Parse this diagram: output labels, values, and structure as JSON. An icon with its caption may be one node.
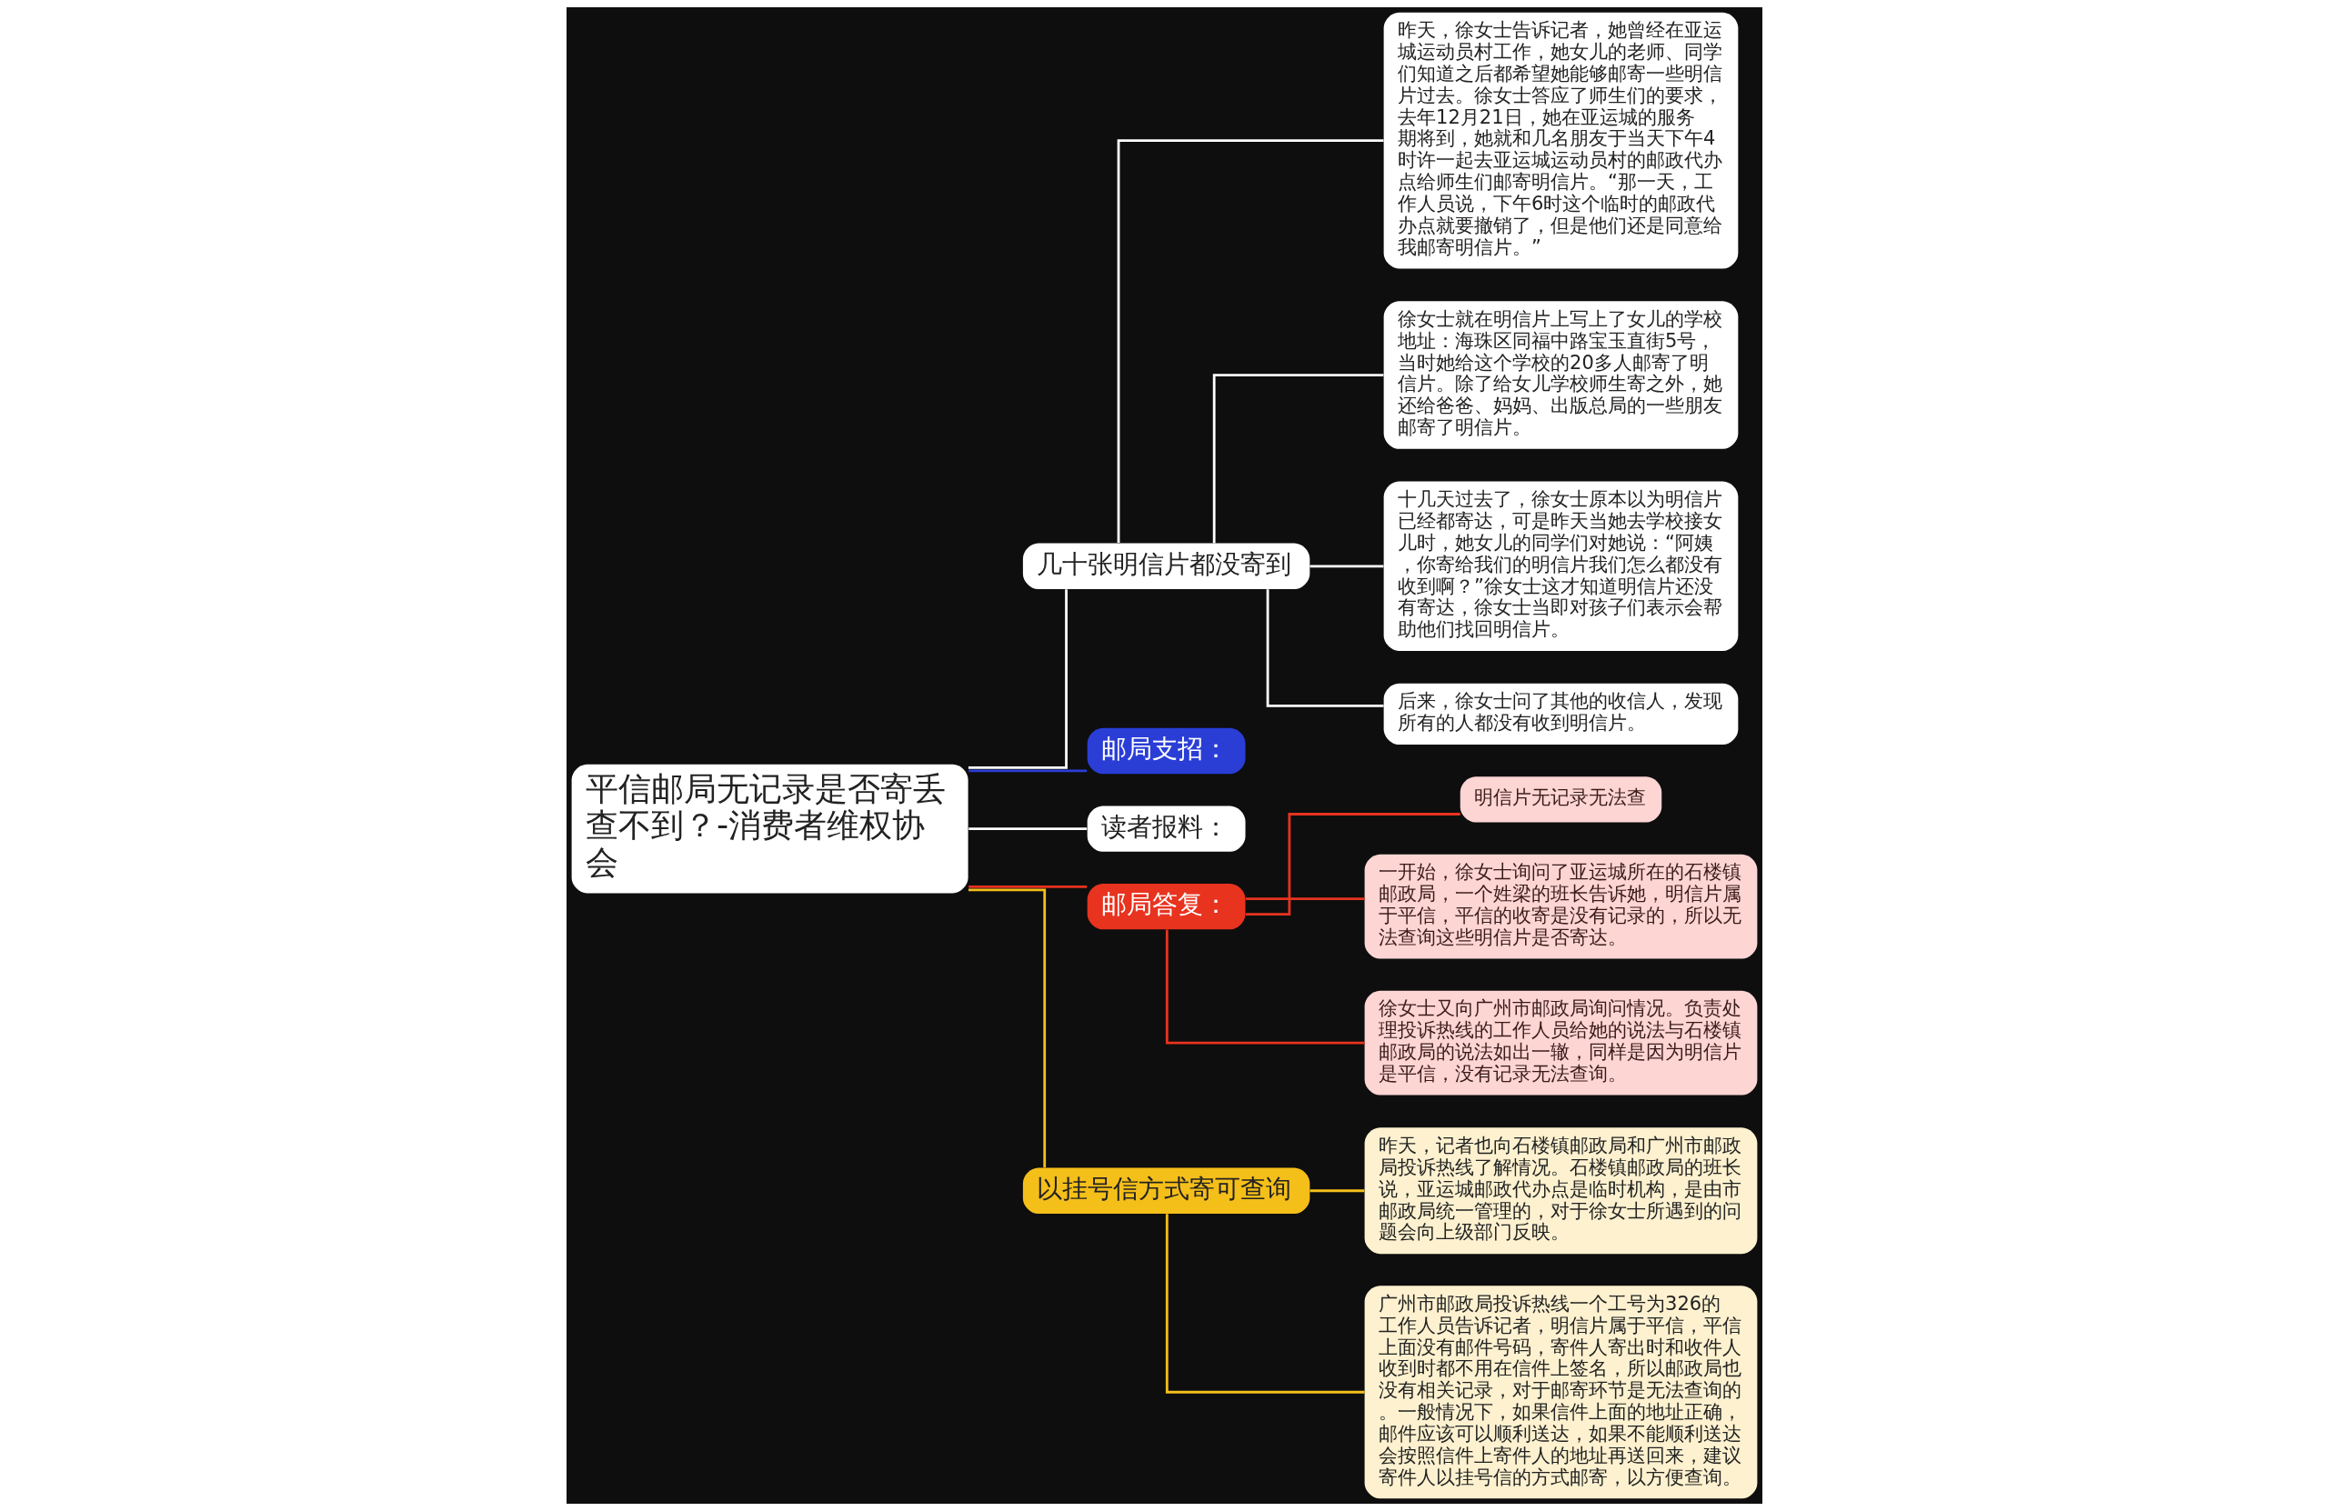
{
  "diagram": {
    "nodes": [
      {
        "text": [
          "平信邮局无记录是否寄丢查不到？-消费者维权协会"
        ]
      },
      {
        "text": [
          "几十张明信片都没寄到"
        ]
      },
      {
        "text": [
          "昨天，徐女士告诉记者，她曾经在亚运城运动员村工作，她女儿的老师、同学们知道之后都希望她能够邮寄一些明信片过去。徐女士答应了师生们的要求，去年12月21日，她在亚运城的服务期将到，她就和几名朋友于当天下午4时许一起去亚运城运动员村的邮政代办点给师生们邮寄明信片。“那一天，工作人员说，下午6时这个临时的邮政代办点就要撤销了，但是他们还是同意给我邮寄明信片。”"
        ]
      },
      {
        "text": [
          "徐女士就在明信片上写上了女儿的学校地址：海珠区同福中路宝玉直街5号，当时她给这个学校的20多人邮寄了明信片。除了给女儿学校师生寄之外，她还给爸爸、妈妈、出版总局的一些朋友邮寄了明信片。"
        ]
      },
      {
        "text": [
          "十几天过去了，徐女士原本以为明信片已经都寄达，可是昨天当她去学校接女儿时，她女儿的同学们对她说：“阿姨，你寄给我们的明信片我们怎么都没有收到啊？”徐女士这才知道明信片还没有寄达，徐女士当即对孩子们表示会帮助他们找回明信片。"
        ]
      },
      {
        "text": [
          "后来，徐女士问了其他的收信人，发现所有的人都没有收到明信片。"
        ]
      },
      {
        "text": [
          "邮局支招："
        ]
      },
      {
        "text": [
          "读者报料："
        ]
      },
      {
        "text": [
          "邮局答复："
        ]
      },
      {
        "text": [
          "明信片无记录无法查"
        ]
      },
      {
        "text": [
          "一开始，徐女士询问了亚运城所在的石楼镇邮政局，一个姓梁的班长告诉她，明信片属于平信，平信的收寄是没有记录的，所以无法查询这些明信片是否寄达。"
        ]
      },
      {
        "text": [
          "徐女士又向广州市邮政局询问情况。负责处理投诉热线的工作人员给她的说法与石楼镇邮政局的说法如出一辙，同样是因为明信片是平信，没有记录无法查询。"
        ]
      },
      {
        "text": [
          "以挂号信方式寄可查询"
        ]
      },
      {
        "text": [
          "昨天，记者也向石楼镇邮政局和广州市邮政局投诉热线了解情况。石楼镇邮政局的班长说，亚运城邮政代办点是临时机构，是由市邮政局统一管理的，对于徐女士所遇到的问题会向上级部门反映。"
        ]
      },
      {
        "text": [
          "广州市邮政局投诉热线一个工号为326的工作人员告诉记者，明信片属于平信，平信上面没有邮件号码，寄件人寄出时和收件人收到时都不用在信件上签名，所以邮政局也没有相关记录，对于邮寄环节是无法查询的。一般情况下，如果信件上面的地址正确，邮件应该可以顺利送达，如果不能顺利送达会按照信件上寄件人的地址再送回来，建议寄件人以挂号信的方式邮寄，以方便查询。"
        ]
      }
    ],
    "edges": [
      {
        "from": 0,
        "to": 1,
        "arrow": "none"
      },
      {
        "from": 1,
        "to": 2,
        "arrow": "none"
      },
      {
        "from": 1,
        "to": 3,
        "arrow": "none"
      },
      {
        "from": 1,
        "to": 4,
        "arrow": "none"
      },
      {
        "from": 1,
        "to": 5,
        "arrow": "none"
      },
      {
        "from": 0,
        "to": 6,
        "arrow": "none",
        "color": "#2a3ed6"
      },
      {
        "from": 0,
        "to": 7,
        "arrow": "none"
      },
      {
        "from": 0,
        "to": 8,
        "arrow": "none",
        "color": "#e8331f"
      },
      {
        "from": 8,
        "to": 9,
        "arrow": "none",
        "color": "#e8331f"
      },
      {
        "from": 8,
        "to": 10,
        "arrow": "none",
        "color": "#e8331f"
      },
      {
        "from": 8,
        "to": 11,
        "arrow": "none",
        "color": "#e8331f"
      },
      {
        "from": 0,
        "to": 12,
        "arrow": "none",
        "color": "#f5bf1a"
      },
      {
        "from": 12,
        "to": 13,
        "arrow": "none",
        "color": "#f5bf1a"
      },
      {
        "from": 12,
        "to": 14,
        "arrow": "none",
        "color": "#f5bf1a"
      }
    ]
  }
}
